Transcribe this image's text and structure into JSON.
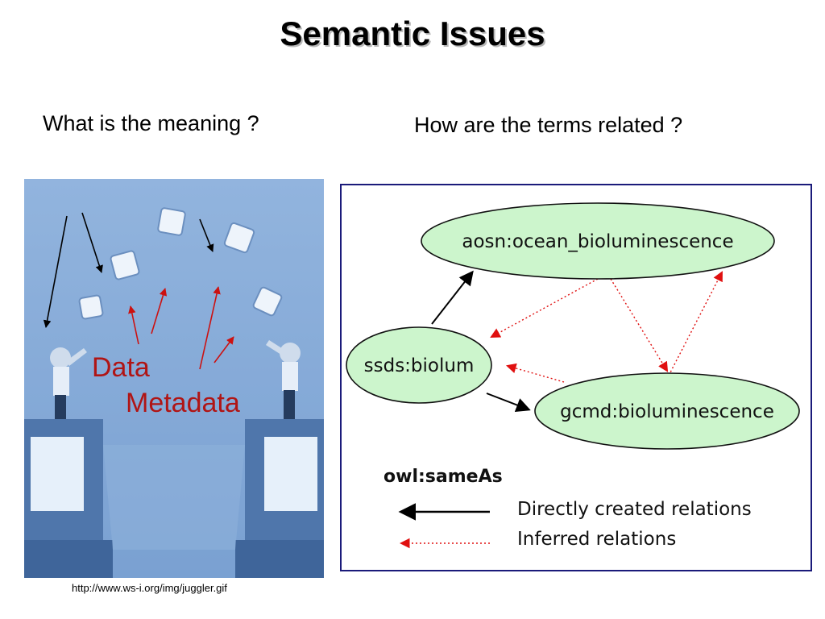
{
  "slide": {
    "title": "Semantic Issues",
    "question_left": "What is the meaning ?",
    "question_right": "How are the terms related ?",
    "credit": "http://www.ws-i.org/img/juggler.gif"
  },
  "illustration": {
    "label_data": "Data",
    "label_metadata": "Metadata",
    "colors": {
      "background": "#7fa6d4",
      "arrow_black": "#000000",
      "arrow_red": "#cc1111"
    }
  },
  "diagram": {
    "nodes": {
      "ocean": "aosn:ocean_bioluminescence",
      "ssds": "ssds:biolum",
      "gcmd": "gcmd:bioluminescence"
    },
    "legend": {
      "title": "owl:sameAs",
      "direct": "Directly created relations",
      "inferred": "Inferred relations"
    },
    "colors": {
      "node_fill": "#ccf5cc",
      "node_stroke": "#111111",
      "direct_edge": "#000000",
      "inferred_edge": "#e01010",
      "frame": "#1a1a7a"
    }
  }
}
